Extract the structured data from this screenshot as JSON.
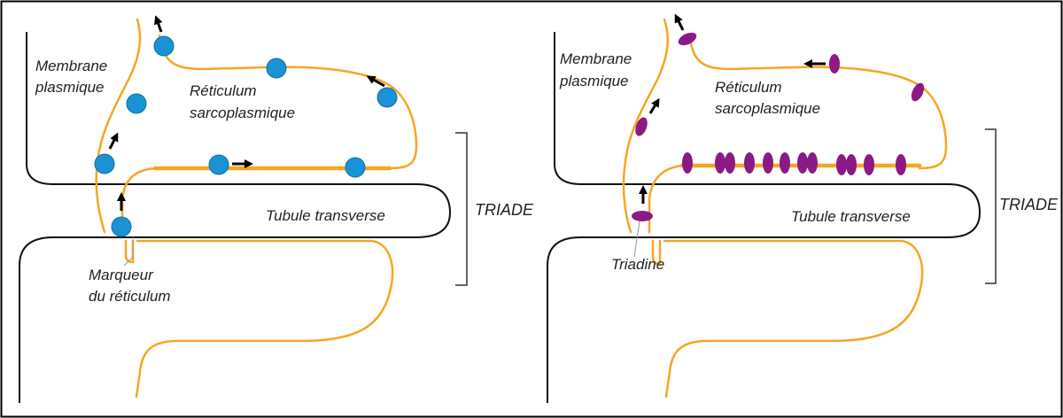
{
  "colors": {
    "membrane_line": "#111111",
    "reticulum_line": "#f5a623",
    "marker_fill": "#1a93d6",
    "marker_stroke": "#0d6fa8",
    "triadin_fill": "#8b1a85",
    "arrow": "#000000",
    "frame": "#000000"
  },
  "left_panel": {
    "label_membrane_line1": "Membrane",
    "label_membrane_line2": "plasmique",
    "label_reticulum_line1": "Réticulum",
    "label_reticulum_line2": "sarcoplasmique",
    "label_tubule": "Tubule transverse",
    "label_triad": "TRIADE",
    "label_marker_line1": "Marqueur",
    "label_marker_line2": "du réticulum",
    "marker_icon": "blue-circle"
  },
  "right_panel": {
    "label_membrane_line1": "Membrane",
    "label_membrane_line2": "plasmique",
    "label_reticulum_line1": "Réticulum",
    "label_reticulum_line2": "sarcoplasmique",
    "label_tubule": "Tubule transverse",
    "label_triad": "TRIADE",
    "label_triadin": "Triadine",
    "triadin_icon": "purple-ellipse"
  }
}
